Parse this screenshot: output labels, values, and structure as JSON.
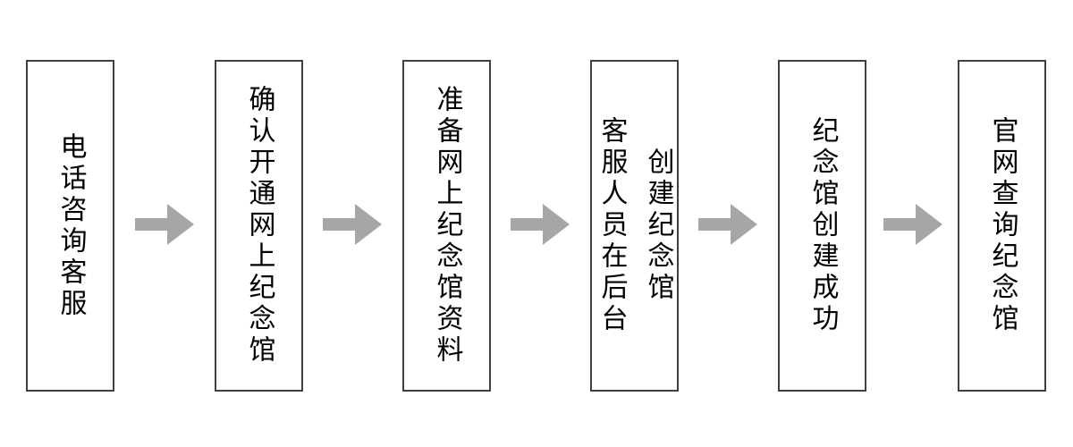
{
  "flowchart": {
    "title": "memorial-hall-creation-process",
    "direction": "left-to-right",
    "steps": [
      {
        "id": 1,
        "lines": [
          "电话咨询客服"
        ]
      },
      {
        "id": 2,
        "lines": [
          "确认开通网上纪念馆"
        ]
      },
      {
        "id": 3,
        "lines": [
          "准备网上纪念馆资料"
        ]
      },
      {
        "id": 4,
        "lines": [
          "客服人员在后台",
          "创建纪念馆"
        ]
      },
      {
        "id": 5,
        "lines": [
          "纪念馆创建成功"
        ]
      },
      {
        "id": 6,
        "lines": [
          "官网查询纪念馆"
        ]
      }
    ],
    "connector": "right-arrow"
  },
  "colors": {
    "background": "#ffffff",
    "box_border": "#404040",
    "box_fill": "#ffffff",
    "text": "#000000",
    "arrow": "#a6a6a6"
  }
}
